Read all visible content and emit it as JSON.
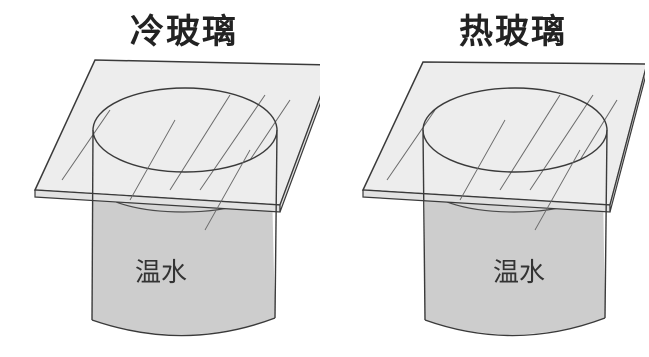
{
  "panels": [
    {
      "title": "冷玻璃",
      "liquid_label": "温水"
    },
    {
      "title": "热玻璃",
      "liquid_label": "温水"
    }
  ],
  "colors": {
    "water": "#cfcfcf",
    "glass_plate": "#efefef",
    "outline": "#3a3a3a",
    "title": "#222222"
  }
}
